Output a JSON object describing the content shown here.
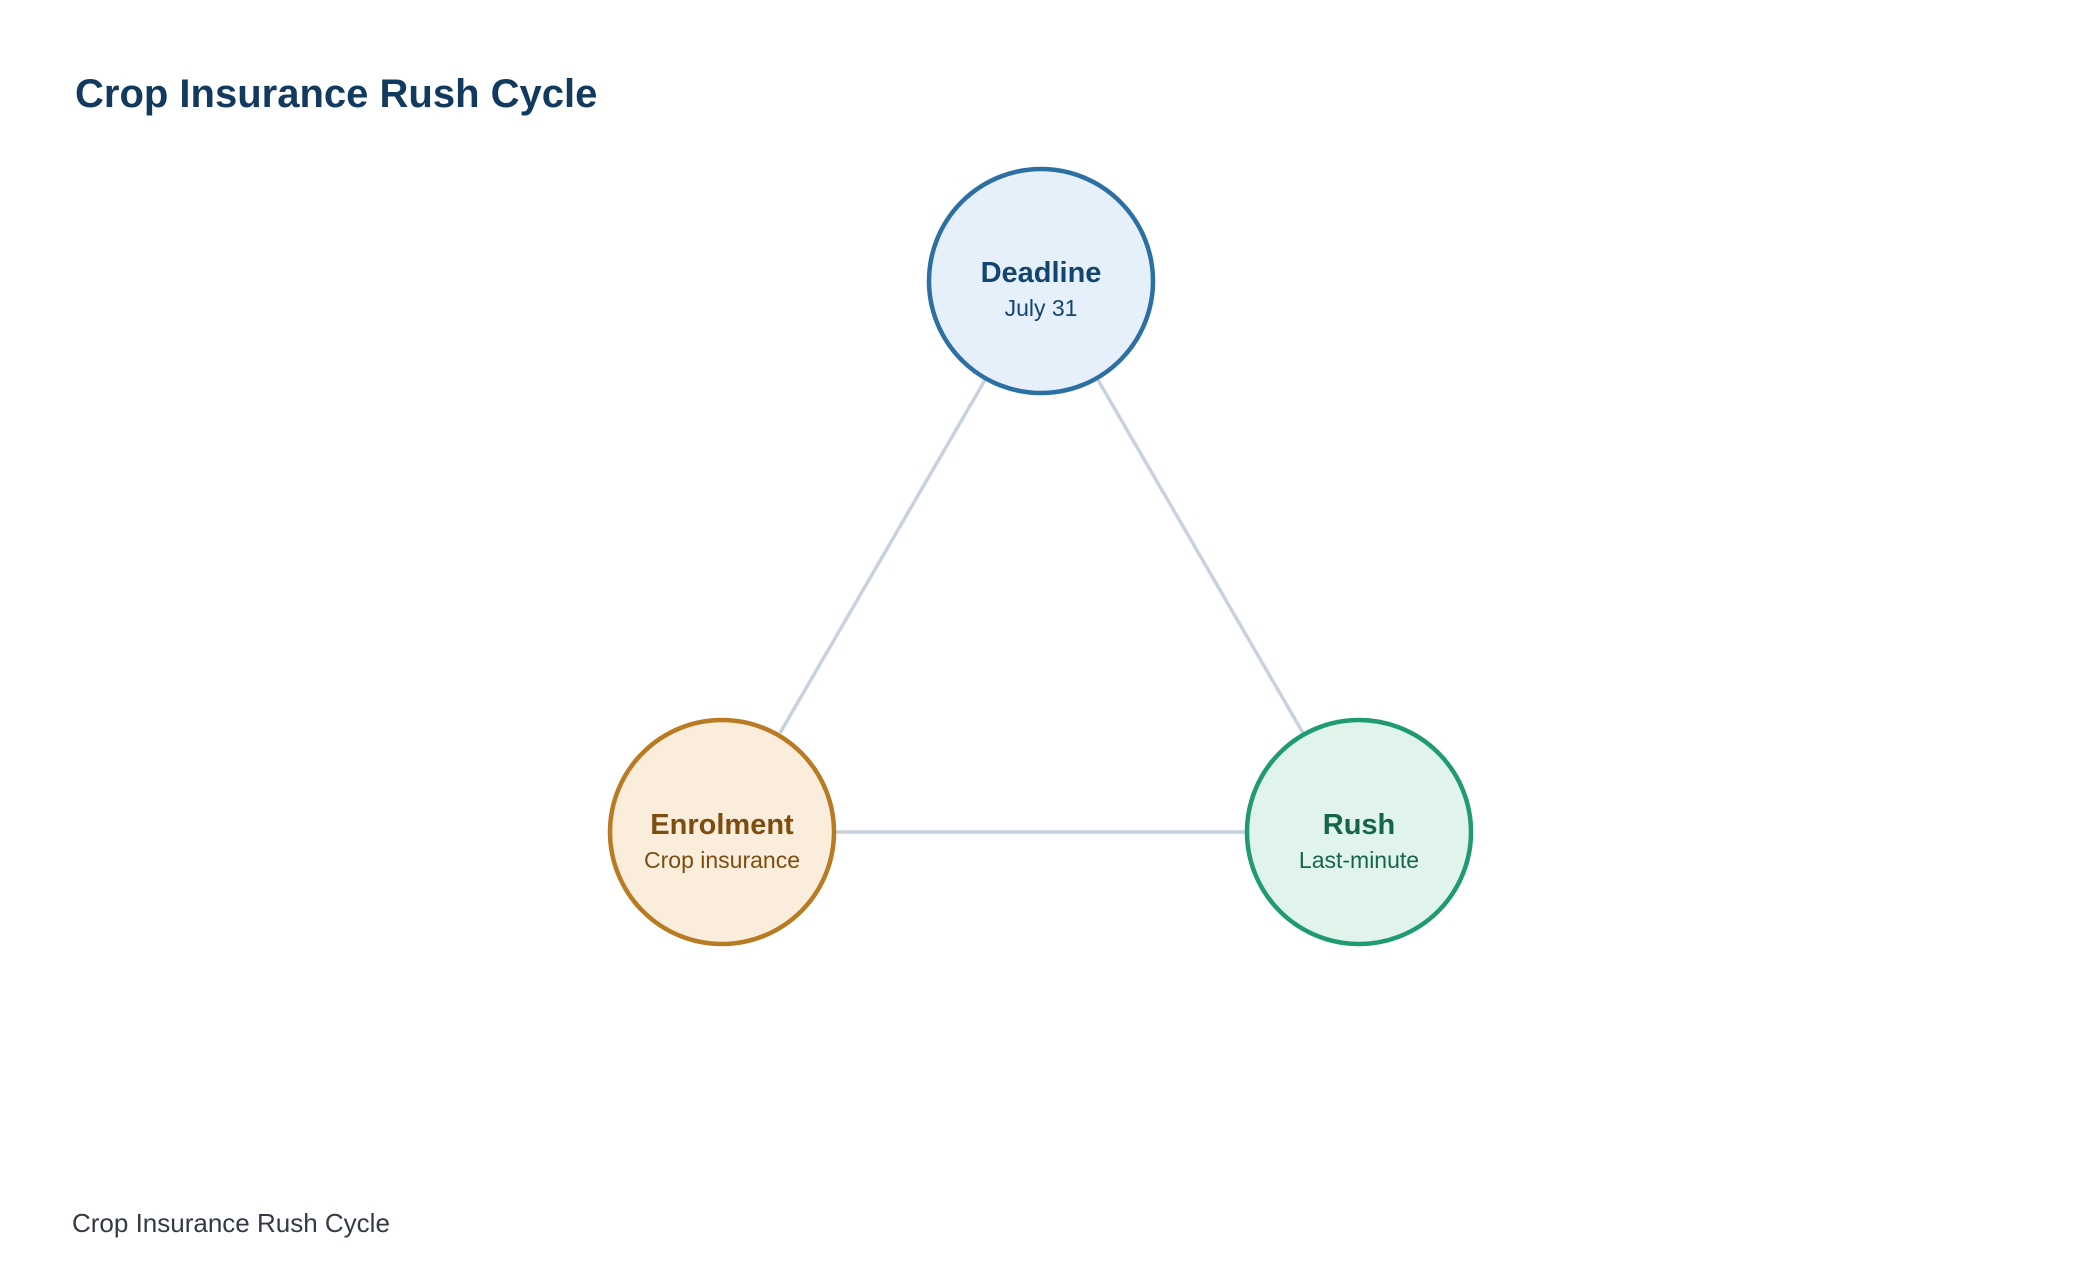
{
  "header": {
    "title": "Crop Insurance Rush Cycle"
  },
  "diagram": {
    "nodes": [
      {
        "id": "deadline",
        "title": "Deadline",
        "subtitle": "July 31",
        "fill": "#e6f0fb",
        "stroke": "#2b6fa3",
        "text_color": "#14456e"
      },
      {
        "id": "enrolment",
        "title": "Enrolment",
        "subtitle": "Crop insurance",
        "fill": "#fbeddb",
        "stroke": "#b87a22",
        "text_color": "#7d4d0f"
      },
      {
        "id": "rush",
        "title": "Rush",
        "subtitle": "Last-minute",
        "fill": "#e0f4ec",
        "stroke": "#1f9a72",
        "text_color": "#146648"
      }
    ],
    "edges": [
      {
        "from": "deadline",
        "to": "enrolment"
      },
      {
        "from": "deadline",
        "to": "rush"
      },
      {
        "from": "enrolment",
        "to": "rush"
      }
    ],
    "connector_color": "#c9d1dc"
  },
  "footer": {
    "caption": "Crop Insurance Rush Cycle"
  }
}
